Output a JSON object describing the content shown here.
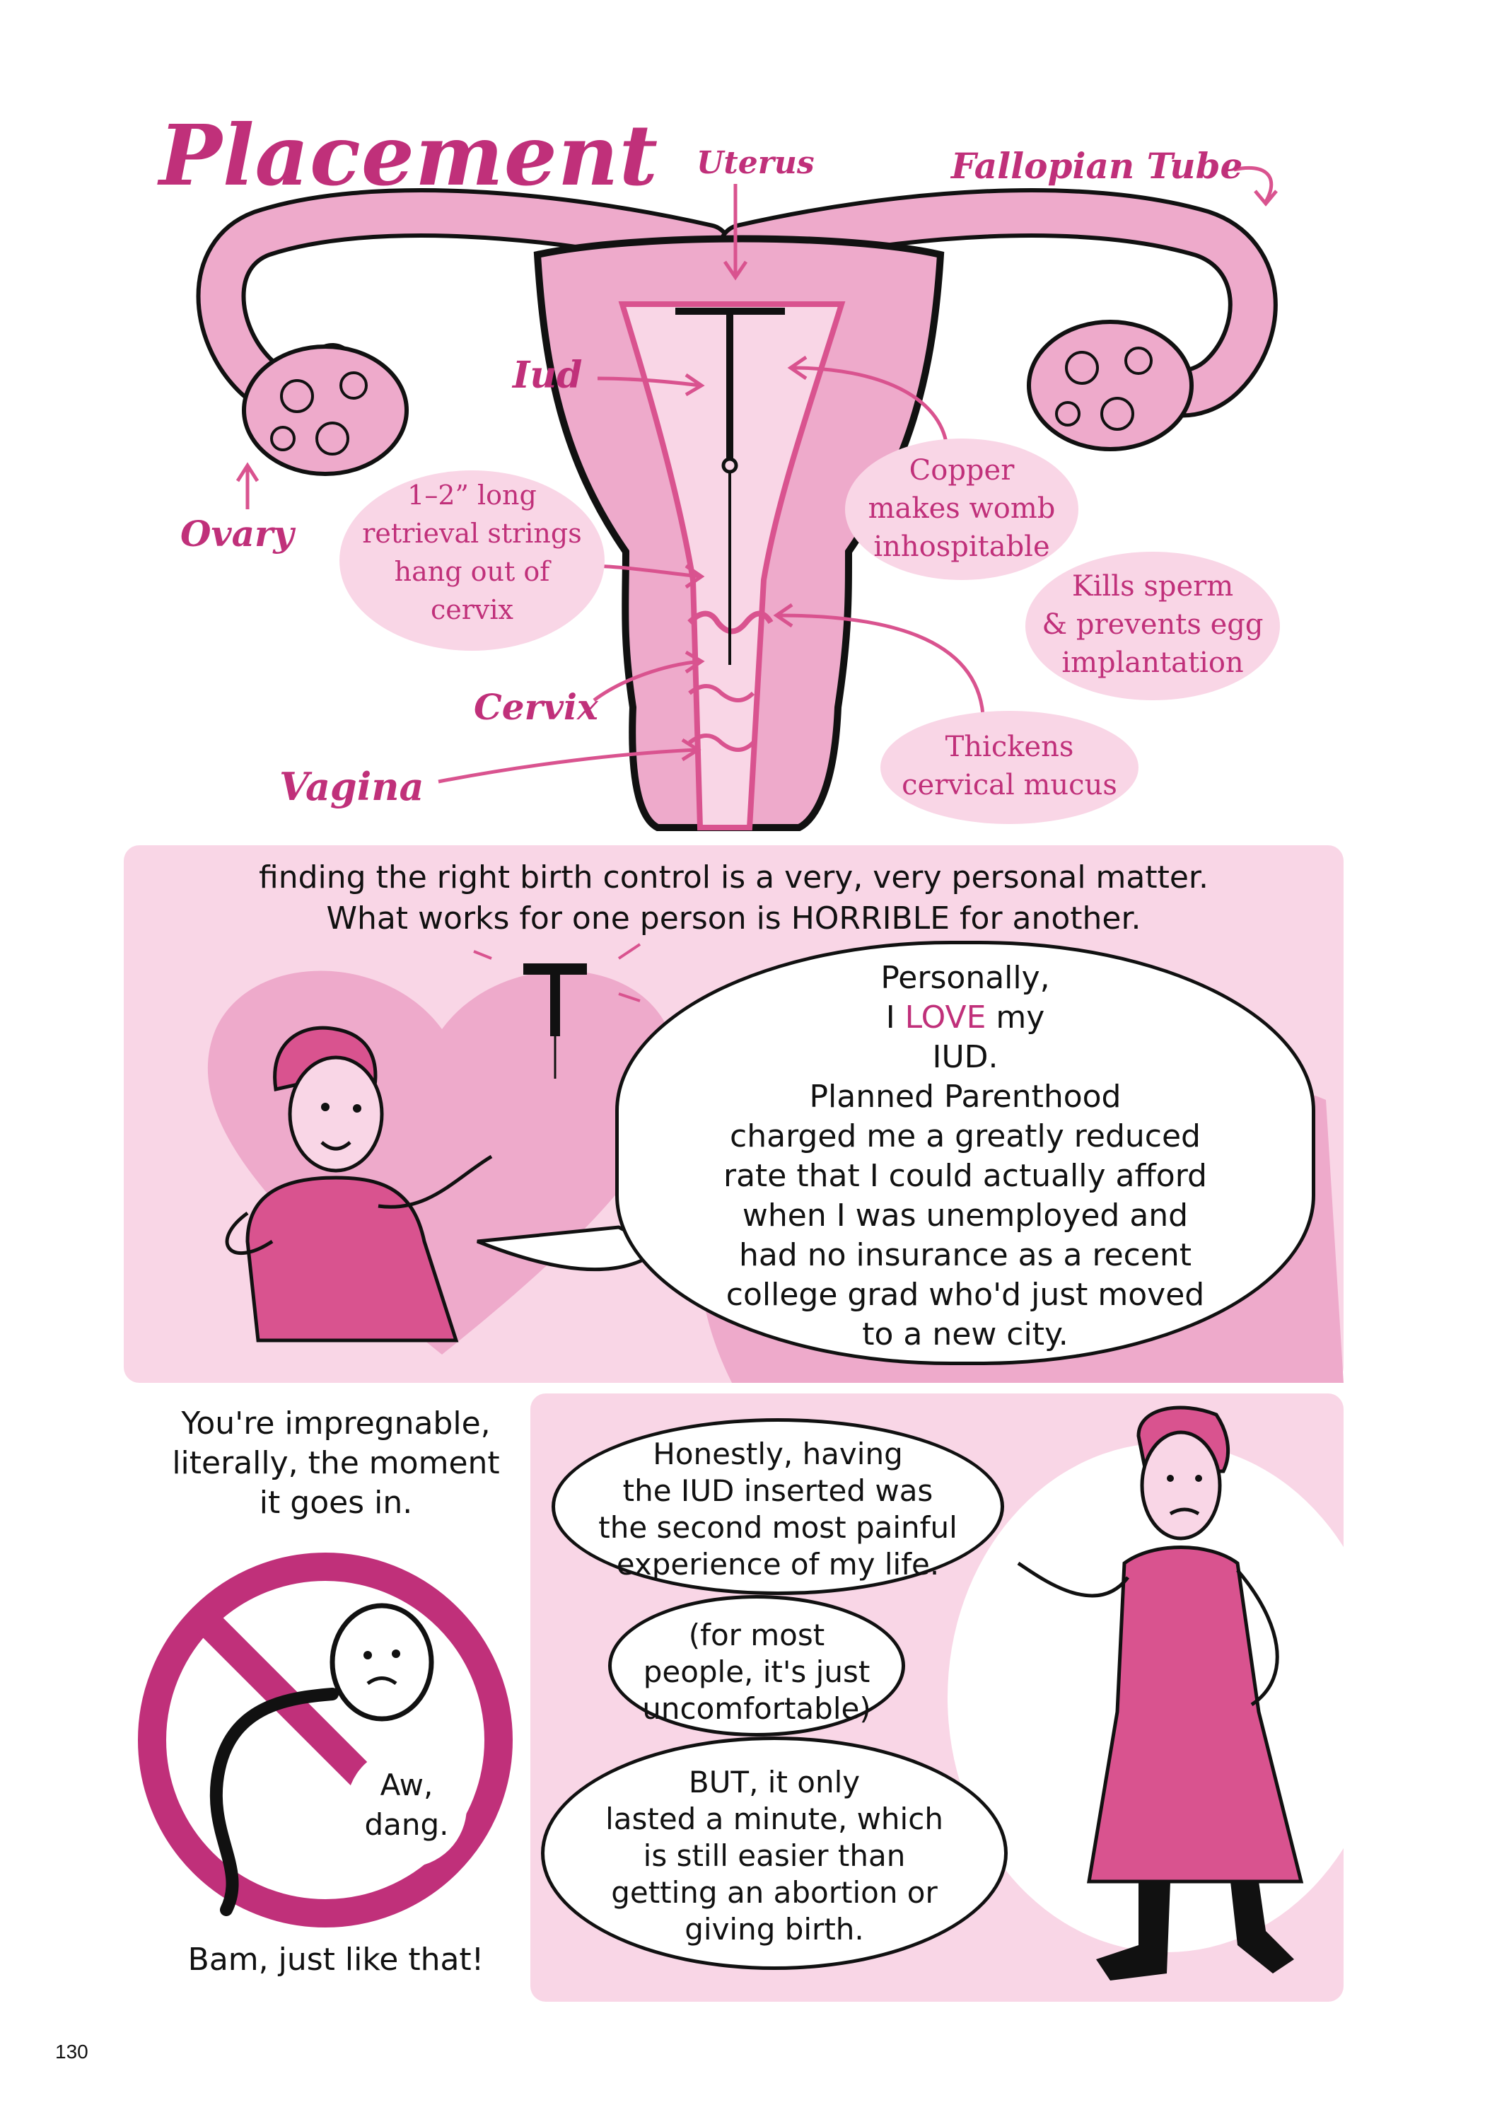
{
  "diagram": {
    "title": "Placement",
    "labels": {
      "uterus": "Uterus",
      "fallopian_tube": "Fallopian Tube",
      "iud": "Iud",
      "ovary": "Ovary",
      "cervix": "Cervix",
      "vagina": "Vagina"
    },
    "callouts": {
      "strings": [
        "1–2” long",
        "retrieval strings",
        "hang out of",
        "cervix"
      ],
      "copper": [
        "Copper",
        "makes womb",
        "inhospitable"
      ],
      "kills": [
        "Kills sperm",
        "& prevents egg",
        "implantation"
      ],
      "thickens": [
        "Thickens",
        "cervical mucus"
      ]
    }
  },
  "panel1": {
    "caption": [
      "finding the right birth control is a very, very personal matter.",
      "What works for one person is HORRIBLE for another."
    ],
    "speech": {
      "line1": "Personally,",
      "line2_pre": "I",
      "line2_love": "LOVE",
      "line2_post": "my",
      "line3": "IUD.",
      "rest": [
        "Planned Parenthood",
        "charged me a greatly reduced",
        "rate that I could actually afford",
        "when I was unemployed and",
        "had no insurance as a recent",
        "college grad who'd just moved",
        "to a new city."
      ]
    }
  },
  "panel2": {
    "caption_top": [
      "You're impregnable,",
      "literally, the moment",
      "it goes in."
    ],
    "sperm_speech": [
      "Aw,",
      "dang."
    ],
    "caption_bottom": "Bam, just like that!"
  },
  "panel3": {
    "bubble1": [
      "Honestly, having",
      "the IUD inserted was",
      "the second most painful",
      "experience of my life."
    ],
    "bubble2": [
      "(for most",
      "people, it's just",
      "uncomfortable)"
    ],
    "bubble3": [
      "BUT, it only",
      "lasted a minute, which",
      "is still easier than",
      "getting an abortion or",
      "giving birth."
    ]
  },
  "page_number": "130",
  "colors": {
    "accent": "#c0307a",
    "pink_light": "#f9d6e6",
    "pink_mid": "#eeaacb",
    "pink_dark": "#d9538f"
  }
}
